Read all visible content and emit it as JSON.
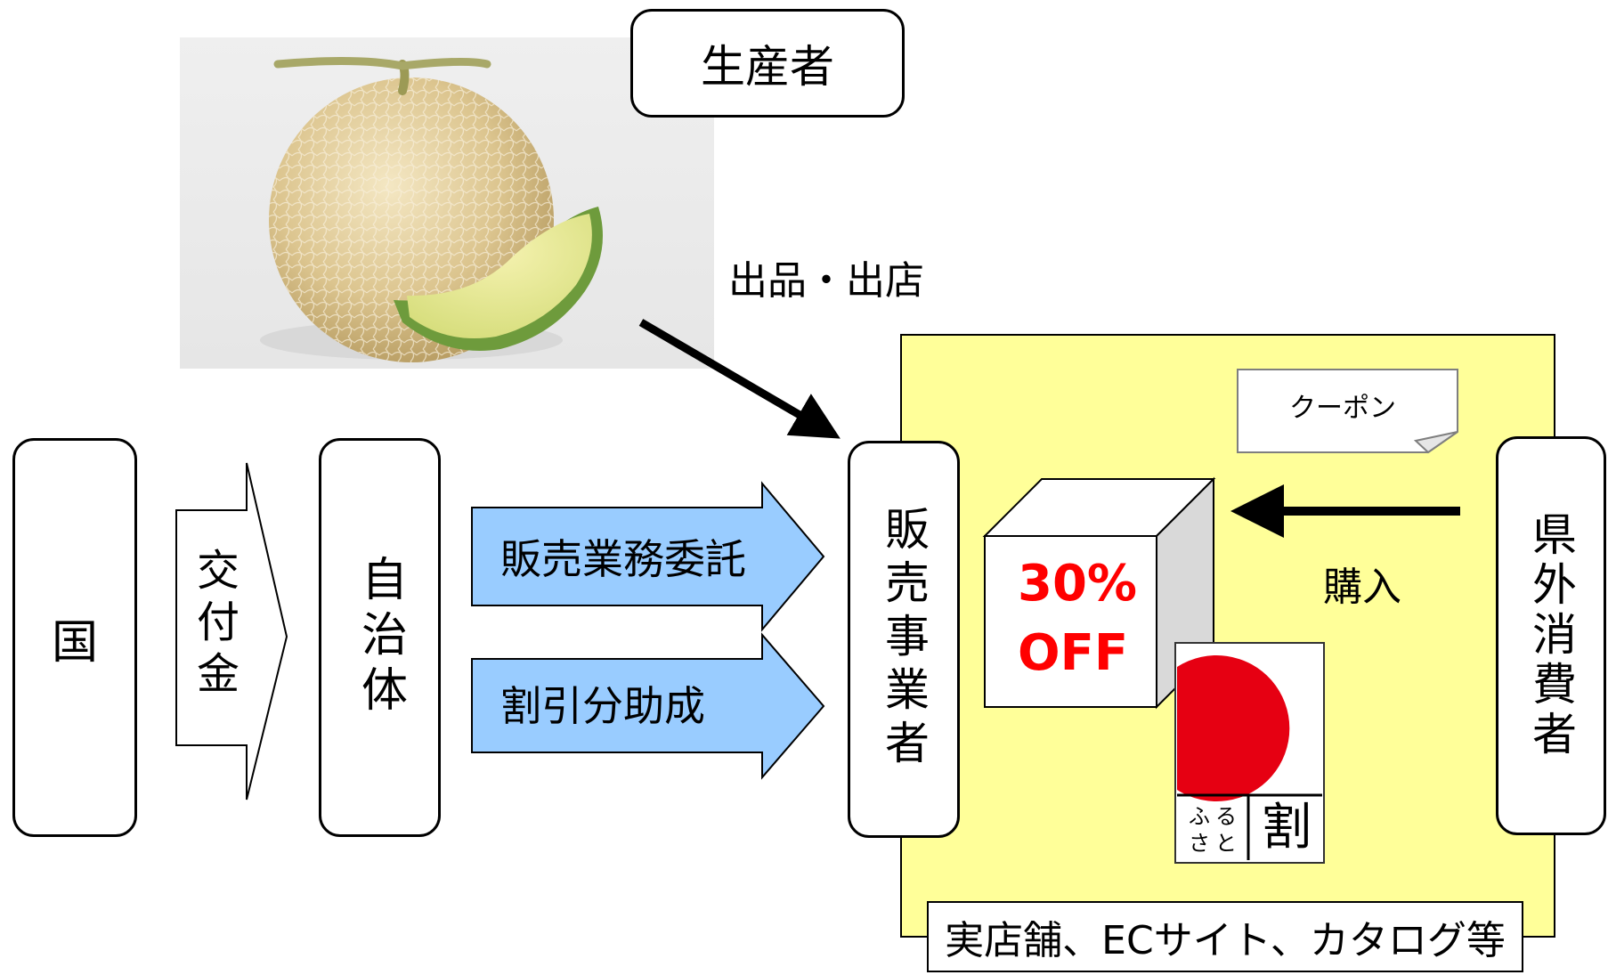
{
  "nodes": {
    "country": "国",
    "municipality": "自治体",
    "seller": "販売事業者",
    "producer": "生産者",
    "consumer": "県外消費者"
  },
  "arrows": {
    "grant": "交付金",
    "consignment": "販売業務委託",
    "subsidy": "割引分助成",
    "listing": "出品・出店",
    "purchase": "購入"
  },
  "coupon": "クーポン",
  "discount": {
    "line1": "30%",
    "line2": "OFF"
  },
  "furusato_logo": {
    "small_top": "ふる",
    "small_bottom": "さと",
    "big": "割"
  },
  "store_channels": "実店舗、ECサイト、カタログ等",
  "colors": {
    "store_area": "#ffff99",
    "blue_arrow": "#99ccff",
    "discount_text": "#ff0000",
    "logo_red": "#e60012",
    "cube_side": "#d9d9d9"
  },
  "icons": [
    "melon-photo",
    "coupon-note",
    "discount-cube",
    "furusato-wari-logo"
  ]
}
